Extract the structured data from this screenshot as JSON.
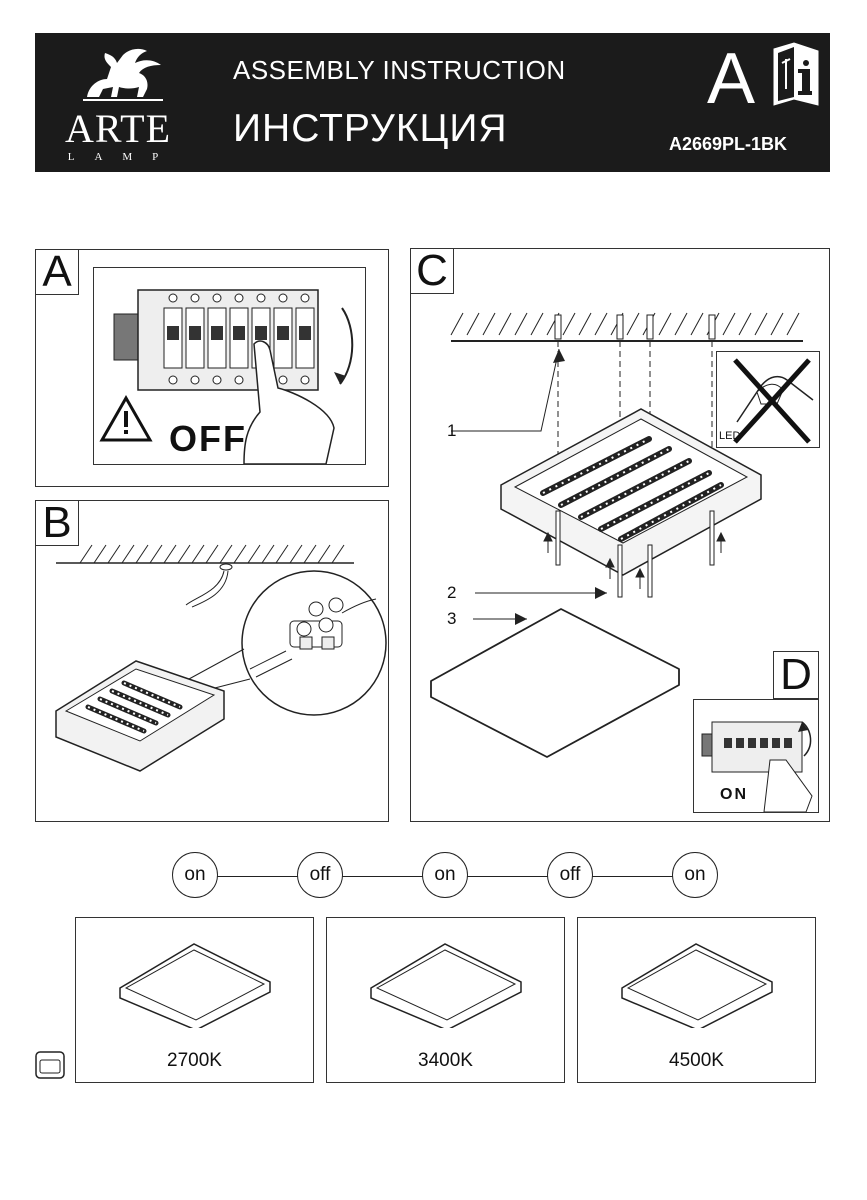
{
  "header": {
    "brand_name": "ARTE",
    "brand_sub": "LAMP",
    "title_en": "ASSEMBLY INSTRUCTION",
    "title_ru": "ИНСТРУКЦИЯ",
    "letter": "A",
    "model": "A2669PL-1BK",
    "icons": [
      "lion-logo-icon",
      "manual-book-icon"
    ]
  },
  "panels": {
    "a": {
      "letter": "A",
      "off_text": "OFF",
      "icons": [
        "circuit-breaker-icon",
        "warning-triangle-icon",
        "hand-icon",
        "rotate-arrow-icon"
      ]
    },
    "b": {
      "letter": "B",
      "icons": [
        "terminal-block-icon",
        "wires-icon",
        "magnifier-circle-icon"
      ]
    },
    "c": {
      "letter": "C",
      "callout_1": "1",
      "callout_2": "2",
      "callout_3": "3",
      "led_text": "LED",
      "icons": [
        "dowel-icon",
        "screw-icon",
        "arrow-up-icon",
        "crossed-out-hand-icon"
      ]
    },
    "d": {
      "letter": "D",
      "on_text": "ON"
    }
  },
  "switch_sequence": [
    "on",
    "off",
    "on",
    "off",
    "on"
  ],
  "temperatures": [
    "2700K",
    "3400K",
    "4500K"
  ],
  "colors": {
    "header_bg": "#1b1b1b",
    "line": "#333333"
  }
}
